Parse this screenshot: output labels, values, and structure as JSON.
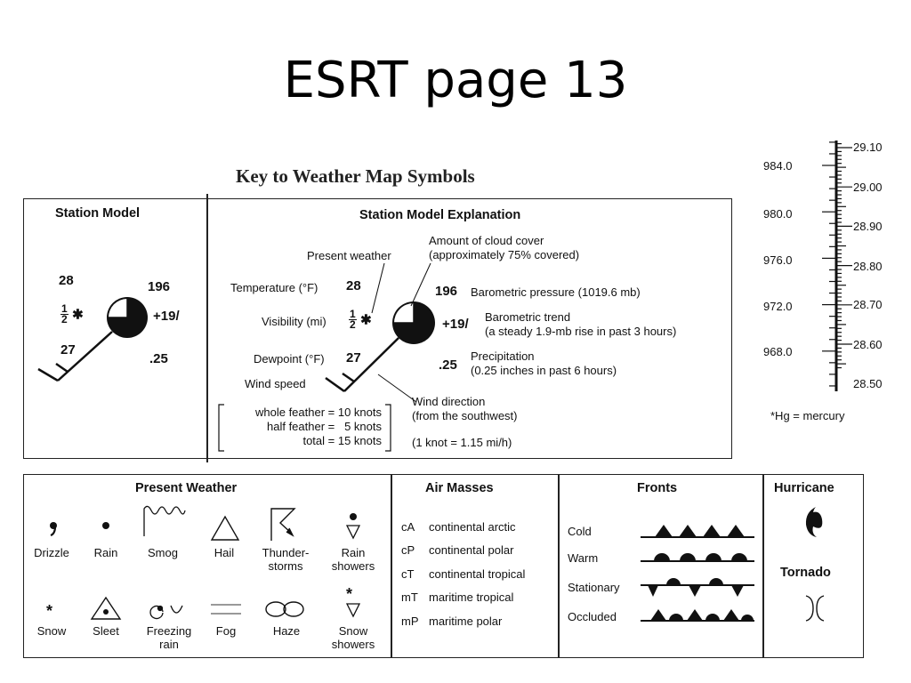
{
  "slide": {
    "title": "ESRT page 13"
  },
  "key_title": "Key to Weather Map Symbols",
  "station_model": {
    "heading": "Station Model",
    "temp": "28",
    "pressure": "196",
    "vis_num": "1",
    "vis_den": "2",
    "vis_weather": "✱",
    "trend": "+19/",
    "dewpoint": "27",
    "precip": ".25"
  },
  "explanation": {
    "heading": "Station Model Explanation",
    "present_weather": "Present weather",
    "cloud_cover_1": "Amount of cloud cover",
    "cloud_cover_2": "(approximately 75% covered)",
    "temperature_label": "Temperature (°F)",
    "temperature_value": "28",
    "pressure_value": "196",
    "pressure_label": "Barometric pressure (1019.6 mb)",
    "visibility_label": "Visibility (mi)",
    "trend_value": "+19/",
    "trend_label_1": "Barometric trend",
    "trend_label_2": "(a steady 1.9-mb rise in past 3 hours)",
    "dewpoint_label": "Dewpoint (°F)",
    "dewpoint_value": "27",
    "precip_value": ".25",
    "precip_label_1": "Precipitation",
    "precip_label_2": "(0.25 inches in past 6 hours)",
    "wind_speed": "Wind speed",
    "wind_dir_1": "Wind direction",
    "wind_dir_2": "(from the southwest)",
    "feather_1": "whole feather = 10 knots",
    "feather_2": "half feather =   5 knots",
    "feather_3": "total = 15 knots",
    "knot_conv": "(1 knot = 1.15 mi/h)"
  },
  "scale": {
    "mb_labels": [
      "984.0",
      "980.0",
      "976.0",
      "972.0",
      "968.0"
    ],
    "hg_labels": [
      "29.10",
      "29.00",
      "28.90",
      "28.80",
      "28.70",
      "28.60",
      "28.50"
    ],
    "footnote": "*Hg = mercury"
  },
  "present_weather": {
    "heading": "Present Weather",
    "row1": [
      "Drizzle",
      "Rain",
      "Smog",
      "Hail",
      "Thunder-",
      "Rain"
    ],
    "row1_b": [
      "",
      "",
      "",
      "",
      "storms",
      "showers"
    ],
    "row2": [
      "Snow",
      "Sleet",
      "Freezing",
      "Fog",
      "Haze",
      "Snow"
    ],
    "row2_b": [
      "",
      "",
      "rain",
      "",
      "",
      "showers"
    ]
  },
  "air_masses": {
    "heading": "Air Masses",
    "items": [
      {
        "code": "cA",
        "name": "continental arctic"
      },
      {
        "code": "cP",
        "name": "continental polar"
      },
      {
        "code": "cT",
        "name": "continental tropical"
      },
      {
        "code": "mT",
        "name": "maritime tropical"
      },
      {
        "code": "mP",
        "name": "maritime polar"
      }
    ]
  },
  "fronts": {
    "heading": "Fronts",
    "items": [
      "Cold",
      "Warm",
      "Stationary",
      "Occluded"
    ]
  },
  "hurricane": {
    "heading": "Hurricane",
    "tornado": "Tornado"
  }
}
